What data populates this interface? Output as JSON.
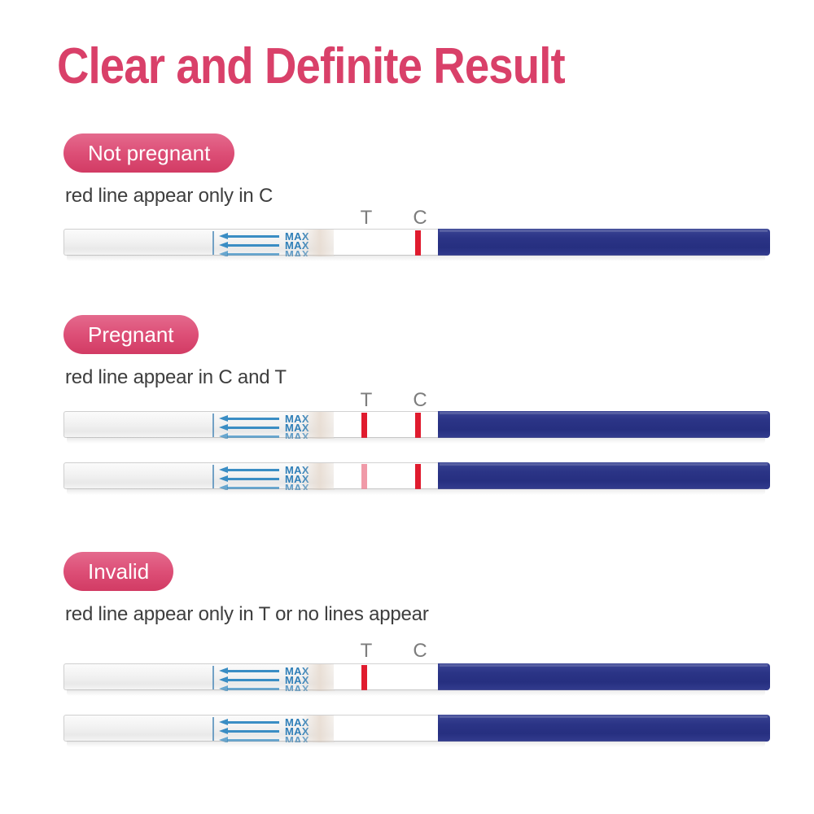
{
  "page": {
    "title": "Clear and Definite Result",
    "background_color": "#ffffff",
    "title_color": "#d94069"
  },
  "colors": {
    "badge_pink_top": "#e46a8d",
    "badge_pink_bottom": "#d23b64",
    "description_gray": "#3e3e3e",
    "tc_label_gray": "#7d7d7d",
    "result_line_red": "#e01b2e",
    "result_line_faint_pink": "#f09aa8",
    "handle_navy": "#2b3486",
    "max_arrow_blue": "#3a8dc4",
    "pad_gray": "#f2f2f2"
  },
  "strip_labels": {
    "test": "T",
    "control": "C",
    "max": "MAX"
  },
  "sections": [
    {
      "id": "not-pregnant",
      "badge": "Not pregnant",
      "description": "red line appear only in C",
      "show_tc_labels": true,
      "strips": [
        {
          "lines": [
            {
              "position": "C",
              "intensity": "strong"
            }
          ]
        }
      ]
    },
    {
      "id": "pregnant",
      "badge": "Pregnant",
      "description": "red line appear in C and T",
      "show_tc_labels": true,
      "strips": [
        {
          "lines": [
            {
              "position": "T",
              "intensity": "strong"
            },
            {
              "position": "C",
              "intensity": "strong"
            }
          ]
        },
        {
          "lines": [
            {
              "position": "T",
              "intensity": "faint"
            },
            {
              "position": "C",
              "intensity": "strong"
            }
          ]
        }
      ]
    },
    {
      "id": "invalid",
      "badge": "Invalid",
      "description": "red line appear only in T or no lines appear",
      "show_tc_labels": true,
      "strips": [
        {
          "lines": [
            {
              "position": "T",
              "intensity": "strong"
            }
          ]
        },
        {
          "lines": []
        }
      ]
    }
  ]
}
